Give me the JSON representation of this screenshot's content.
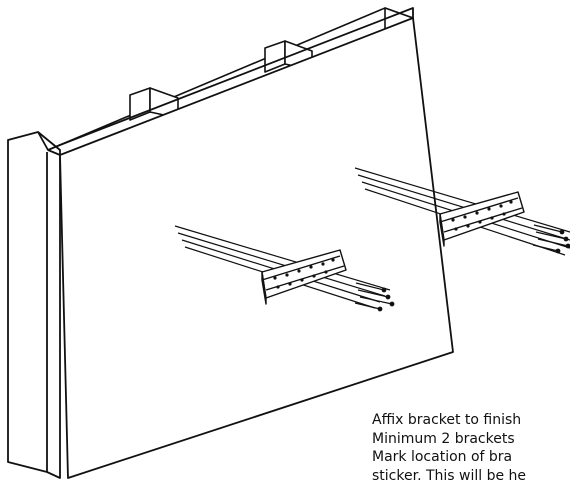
{
  "colors": {
    "line": "#111111",
    "fill": "#ffffff"
  },
  "caption": {
    "lines": [
      "Affix bracket to finish",
      "Minimum 2 brackets",
      "Mark location of bra",
      "sticker. This will be he"
    ]
  }
}
